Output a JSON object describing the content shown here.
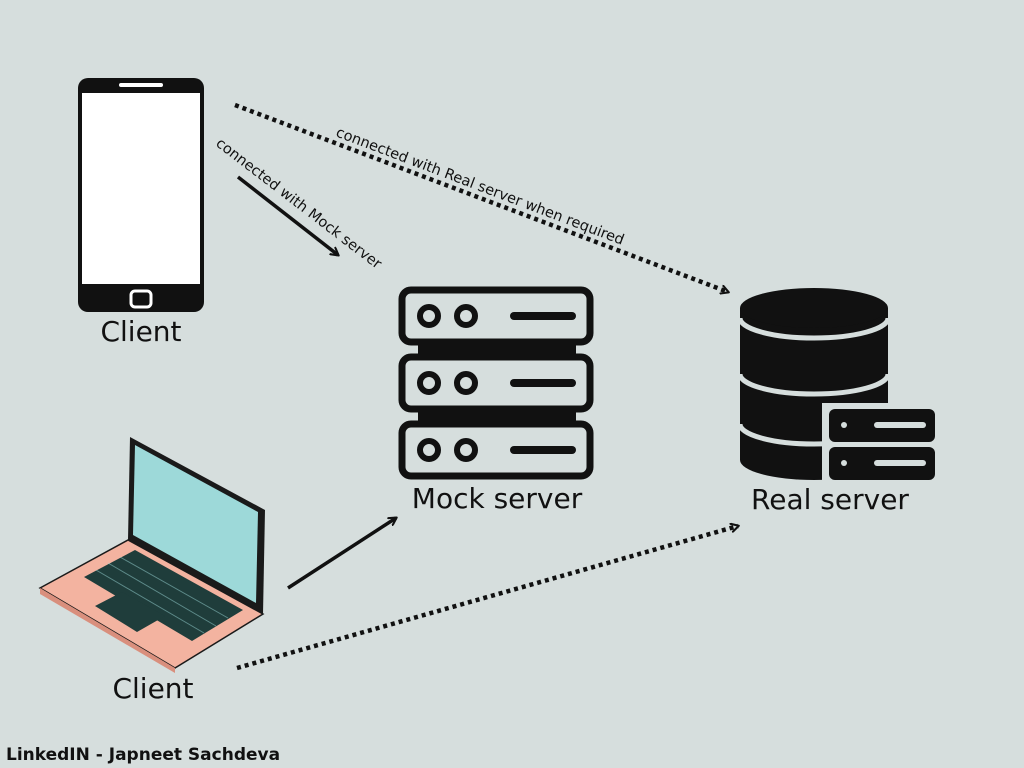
{
  "nodes": {
    "phone_client": {
      "label": "Client"
    },
    "laptop_client": {
      "label": "Client"
    },
    "mock_server": {
      "label": "Mock server"
    },
    "real_server": {
      "label": "Real server"
    }
  },
  "edges": {
    "phone_to_mock": {
      "label": "connected with Mock server",
      "style": "solid"
    },
    "phone_to_real": {
      "label": "connected with Real server when required",
      "style": "dotted"
    },
    "laptop_to_mock": {
      "label": "",
      "style": "solid"
    },
    "laptop_to_real": {
      "label": "",
      "style": "dotted"
    }
  },
  "credit": "LinkedIN - Japneet Sachdeva",
  "colors": {
    "background": "#d6dedd",
    "ink": "#111111",
    "laptop_screen": "#9dd9d9",
    "laptop_body": "#f3b3a0",
    "laptop_keys": "#1f3d3b"
  }
}
